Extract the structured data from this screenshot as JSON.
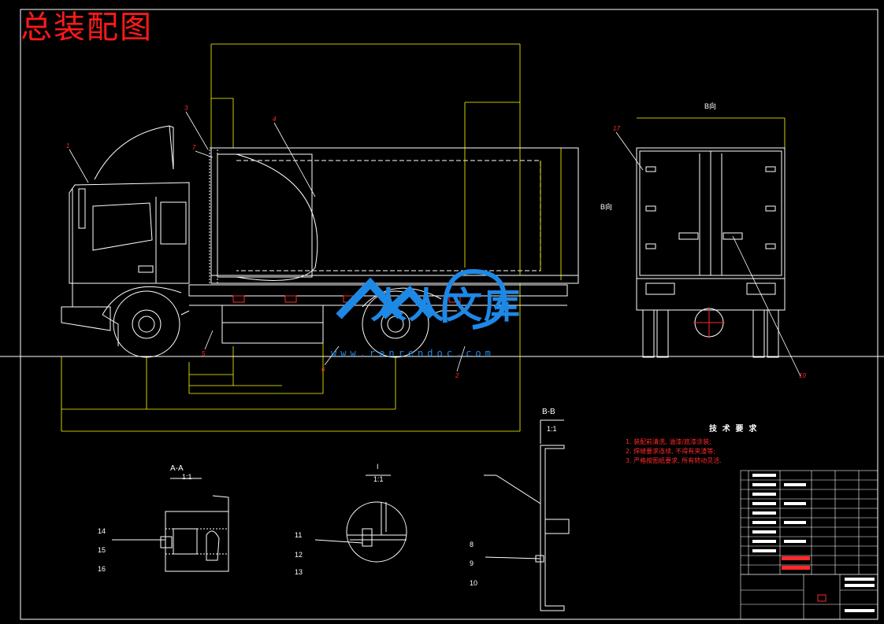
{
  "drawing": {
    "title": "总装配图",
    "view_b_label": "B向",
    "view_b_arrow": "B向",
    "section_aa": "A-A",
    "section_aa_scale": "1:1",
    "section_bb": "B-B",
    "section_bb_scale": "1:1",
    "detail_i": "I",
    "detail_i_scale": "1:1",
    "callouts_left": [
      "14",
      "15",
      "16"
    ],
    "callouts_mid": [
      "11",
      "12",
      "13"
    ],
    "callouts_right": [
      "8",
      "9",
      "10"
    ],
    "tech_requirements_title": "技 术 要 求",
    "tech_requirements": [
      "1. 装配前清洗, 油漆/底漆涂装;",
      "2. 焊缝要求连续, 不得有夹渣等;",
      "3. 严格按图纸要求, 所有转动灵活."
    ]
  },
  "watermark": {
    "text": "人人文库",
    "url": "www.renrendoc.com"
  },
  "colors": {
    "background": "#000000",
    "outline": "#ffffff",
    "dimension": "#ffff00",
    "highlight": "#ff2a2a",
    "watermark": "#1e88e5"
  }
}
